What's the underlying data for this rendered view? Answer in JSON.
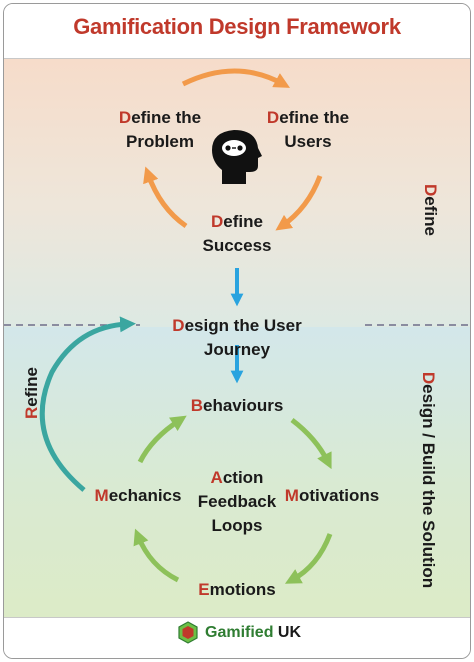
{
  "title": "Gamification Design Framework",
  "nodes": {
    "define_problem": {
      "cap": "D",
      "rest_line1": "efine the",
      "line2": "Problem"
    },
    "define_users": {
      "cap": "D",
      "rest_line1": "efine the",
      "line2": "Users"
    },
    "define_success": {
      "cap": "D",
      "rest_line1": "efine",
      "line2": "Success"
    },
    "design_journey": {
      "cap": "D",
      "rest": "esign the User Journey"
    },
    "behaviours": {
      "cap": "B",
      "rest": "ehaviours"
    },
    "motivations": {
      "cap": "M",
      "rest": "otivations"
    },
    "emotions": {
      "cap": "E",
      "rest": "motions"
    },
    "mechanics": {
      "cap": "M",
      "rest": "echanics"
    },
    "action": {
      "cap": "A",
      "rest": "ction"
    },
    "feedback_loops": "Feedback Loops"
  },
  "side_labels": {
    "define": {
      "cap": "D",
      "rest": "efine"
    },
    "refine": {
      "cap": "R",
      "rest": "efine"
    },
    "design": {
      "cap": "D",
      "rest": "esign / Build the Solution"
    }
  },
  "footer": {
    "brand_part1": "Gamified",
    "brand_part2": " UK"
  },
  "icons": {
    "head": "brain-head-icon",
    "logo": "gamified-uk-logo"
  },
  "colors": {
    "accent_red": "#c0392b",
    "orange_arrow": "#f29a4a",
    "blue_arrow": "#29a3df",
    "green_arrow": "#8dc15a",
    "teal_arrow": "#3aa6a0"
  }
}
